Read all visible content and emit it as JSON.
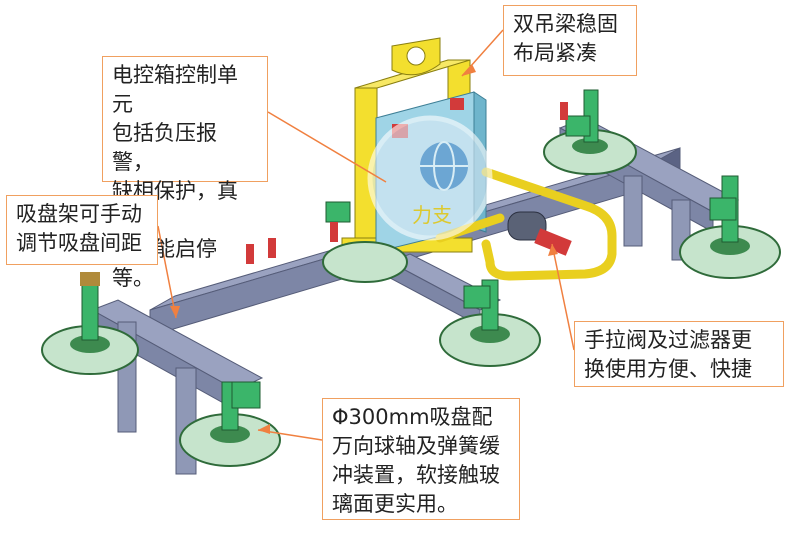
{
  "callouts": {
    "double_beam": "双吊梁稳固\n布局紧凑",
    "control_box": "电控箱控制单元\n包括负压报警，\n缺相保护，真空\n泵智能启停等。",
    "manual_adjust": "吸盘架可手动\n调节吸盘间距",
    "hand_valve": "手拉阀及过滤器更\n换使用方便、快捷",
    "suction_cup": "Φ300mm吸盘配\n万向球轴及弹簧缓\n冲装置，软接触玻\n璃面更实用。"
  },
  "watermark": "力支",
  "colors": {
    "frame": "#7d86a6",
    "frame_dark": "#5b6384",
    "yellow": "#f3df2e",
    "box": "#9fd4e6",
    "cup": "#c6e4cc",
    "cup_rim": "#2f6b3a",
    "green_part": "#3bb56a",
    "red_part": "#d23a3a",
    "callout_border": "#f0a060",
    "leader": "#f08040"
  }
}
